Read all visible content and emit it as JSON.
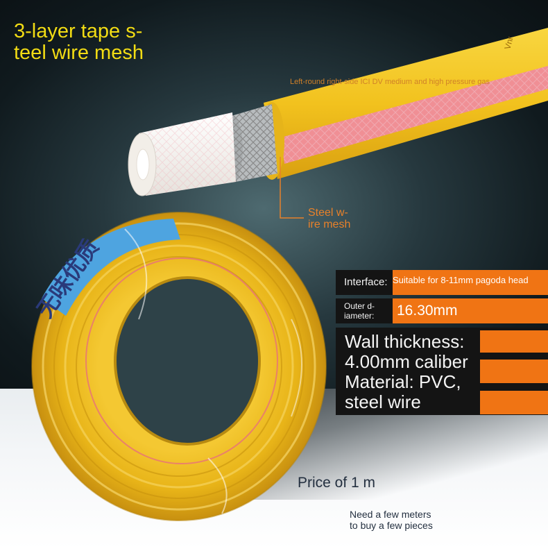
{
  "headline": {
    "line1": "3-layer tape s-",
    "line2": "teel wire mesh"
  },
  "top_note": "Left-round right-side ICI DV medium and high pressure gas",
  "callout": {
    "line1": "Steel w-",
    "line2": "ire mesh"
  },
  "specs": {
    "interface_label": "Interface:",
    "interface_value": "Suitable for 8-11mm pagoda head",
    "outer_label_line1": "Outer d-",
    "outer_label_line2": "iameter:",
    "outer_value": "16.30mm",
    "wall_line1": "Wall thickness:",
    "wall_line2": "4.00mm caliber",
    "wall_line3": "Material: PVC,",
    "wall_line4": "steel wire"
  },
  "price": "Price of 1 m",
  "note": {
    "line1": "Need a few meters",
    "line2": "to buy a few pieces"
  },
  "coil_label": "无味优质",
  "colors": {
    "hose_yellow": "#f2c21e",
    "accent_orange": "#f07414",
    "headline_yellow": "#f2dc14",
    "label_black": "#141414",
    "coil_band_blue": "#4ea4e0"
  }
}
